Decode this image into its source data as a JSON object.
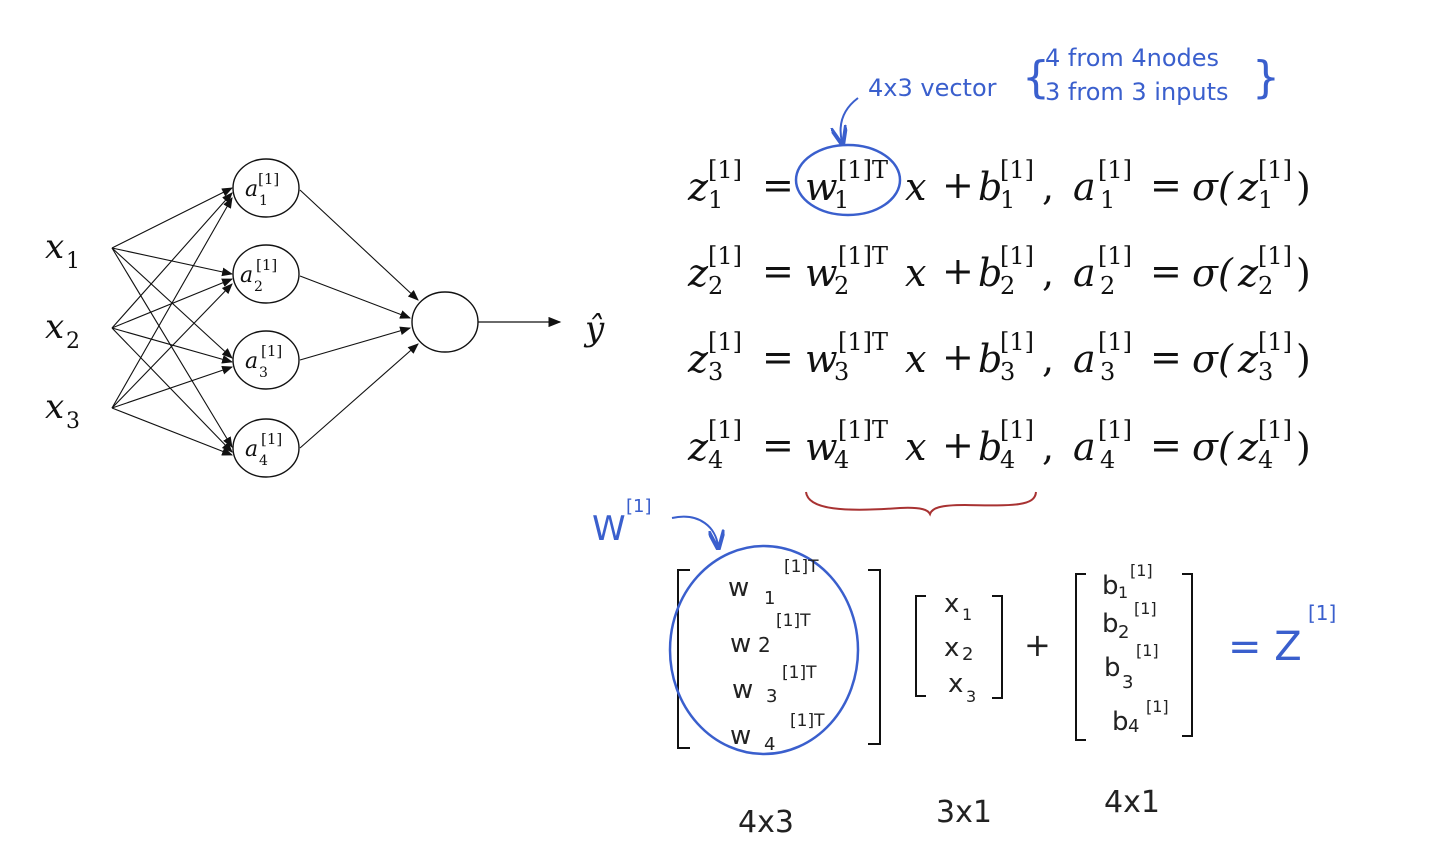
{
  "network": {
    "inputs": [
      {
        "sym": "x",
        "sub": "1"
      },
      {
        "sym": "x",
        "sub": "2"
      },
      {
        "sym": "x",
        "sub": "3"
      }
    ],
    "hidden": [
      {
        "sym": "a",
        "sup": "[1]",
        "sub": "1"
      },
      {
        "sym": "a",
        "sup": "[1]",
        "sub": "2"
      },
      {
        "sym": "a",
        "sup": "[1]",
        "sub": "3"
      },
      {
        "sym": "a",
        "sup": "[1]",
        "sub": "4"
      }
    ],
    "output": "ŷ"
  },
  "equations": [
    {
      "z": "z",
      "layer": "[1]",
      "i": "1",
      "eq": "=",
      "w": "w",
      "wt": "[1]T",
      "x": "x",
      "plus": "+",
      "b": "b",
      "a": "a",
      "sigma": "σ(",
      "close": ")",
      "comma": ","
    },
    {
      "z": "z",
      "layer": "[1]",
      "i": "2",
      "eq": "=",
      "w": "w",
      "wt": "[1]T",
      "x": "x",
      "plus": "+",
      "b": "b",
      "a": "a",
      "sigma": "σ(",
      "close": ")",
      "comma": ","
    },
    {
      "z": "z",
      "layer": "[1]",
      "i": "3",
      "eq": "=",
      "w": "w",
      "wt": "[1]T",
      "x": "x",
      "plus": "+",
      "b": "b",
      "a": "a",
      "sigma": "σ(",
      "close": ")",
      "comma": ","
    },
    {
      "z": "z",
      "layer": "[1]",
      "i": "4",
      "eq": "=",
      "w": "w",
      "wt": "[1]T",
      "x": "x",
      "plus": "+",
      "b": "b",
      "a": "a",
      "sigma": "σ(",
      "close": ")",
      "comma": ","
    }
  ],
  "annotation": {
    "vector_label": "4x3 vector",
    "line1": "4 from 4nodes",
    "line2": "3 from 3 inputs"
  },
  "matrix": {
    "W_label": "W",
    "W_sup": "[1]",
    "rows": [
      {
        "w": "w",
        "sub": "1",
        "sup": "[1]T"
      },
      {
        "w": "w",
        "sub": "2",
        "sup": "[1]T"
      },
      {
        "w": "w",
        "sub": "3",
        "sup": "[1]T"
      },
      {
        "w": "w",
        "sub": "4",
        "sup": "[1]T"
      }
    ],
    "x_vec": [
      {
        "x": "x",
        "sub": "1"
      },
      {
        "x": "x",
        "sub": "2"
      },
      {
        "x": "x",
        "sub": "3"
      }
    ],
    "plus": "+",
    "b_vec": [
      {
        "b": "b",
        "sub": "1",
        "sup": "[1]"
      },
      {
        "b": "b",
        "sub": "2",
        "sup": "[1]"
      },
      {
        "b": "b",
        "sub": "3",
        "sup": "[1]"
      },
      {
        "b": "b",
        "sub": "4",
        "sup": "[1]"
      }
    ],
    "result": "= Z",
    "result_sup": "[1]",
    "dims": [
      "4x3",
      "3x1",
      "4x1"
    ]
  },
  "colors": {
    "ink": "#111111",
    "blue": "#3a5fcd",
    "brace": "#a83232"
  }
}
